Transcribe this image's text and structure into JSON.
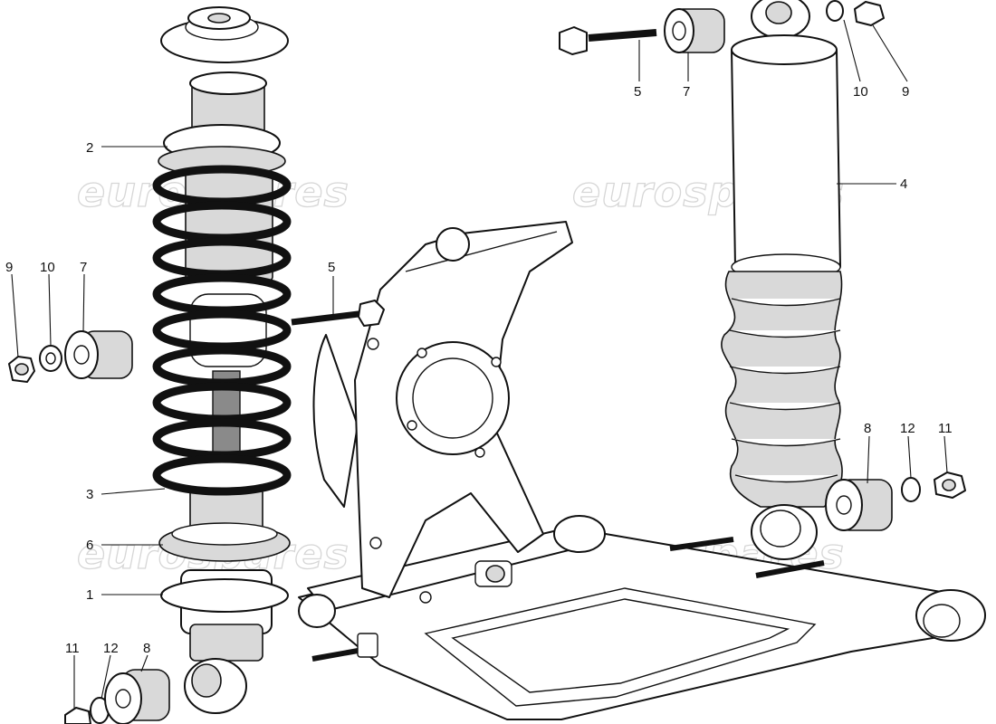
{
  "watermark": {
    "text": "eurospares"
  },
  "callouts": {
    "l1": "1",
    "l2": "2",
    "l3": "3",
    "l5": "5",
    "l6": "6",
    "l7": "7",
    "l8": "8",
    "l9": "9",
    "l10": "10",
    "l11": "11",
    "l12": "12",
    "r4": "4",
    "r5": "5",
    "r7": "7",
    "r8": "8",
    "r9": "9",
    "r10": "10",
    "r11": "11",
    "r12": "12"
  },
  "colors": {
    "line": "#111111",
    "shade": "#d9d9d9",
    "watermark": "#c9c9c9"
  }
}
